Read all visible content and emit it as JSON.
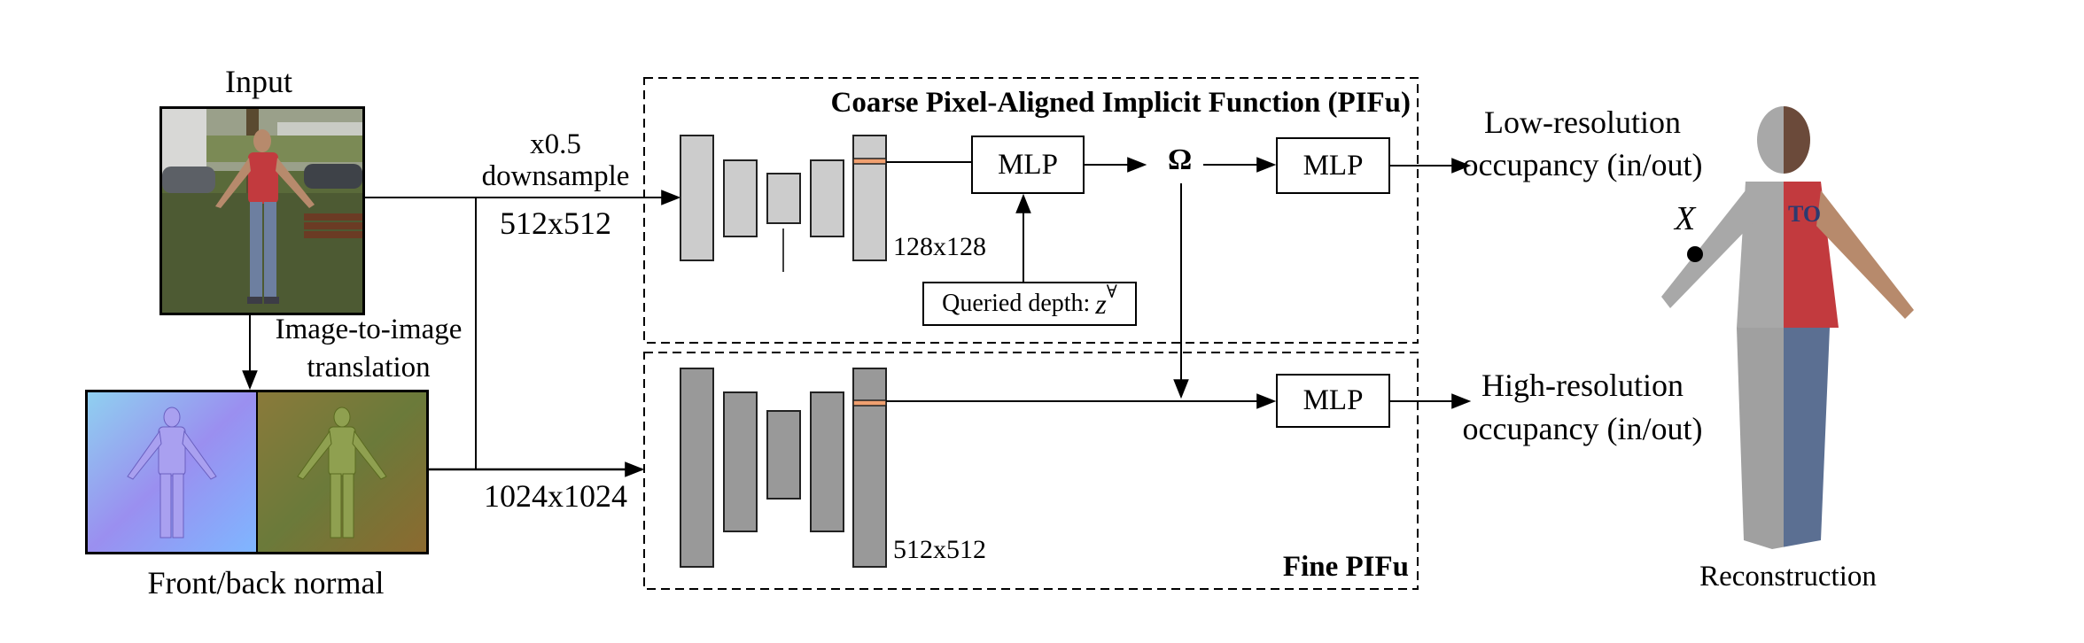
{
  "input": {
    "label": "Input",
    "arrow_label_top": "x0.5",
    "arrow_label_mid": "downsample",
    "coarse_resolution": "512x512",
    "fine_resolution": "1024x1024"
  },
  "translation": {
    "line1": "Image-to-image",
    "line2": "translation"
  },
  "normals": {
    "label": "Front/back normal"
  },
  "coarse": {
    "title": "Coarse Pixel-Aligned Implicit Function (PIFu)",
    "feature_resolution": "128x128",
    "mlp1_label": "MLP",
    "omega_symbol": "Ω",
    "mlp2_label": "MLP",
    "queried_depth_label": "Queried depth:",
    "queried_depth_symbol": "z",
    "queried_depth_superscript": "∀"
  },
  "fine": {
    "title": "Fine PIFu",
    "feature_resolution": "512x512",
    "mlp_label": "MLP"
  },
  "outputs": {
    "low_line1": "Low-resolution",
    "low_line2": "occupancy (in/out)",
    "high_line1": "High-resolution",
    "high_line2": "occupancy (in/out)",
    "point_label": "X",
    "reconstruction_label": "Reconstruction"
  },
  "colors": {
    "coarse_block": "#cccccc",
    "fine_block": "#999999",
    "pixel_feature_stripe": "#f0a070",
    "tshirt": "#c23a3e",
    "jeans": "#5b6f92",
    "mesh_gray": "#a8a8a8"
  }
}
